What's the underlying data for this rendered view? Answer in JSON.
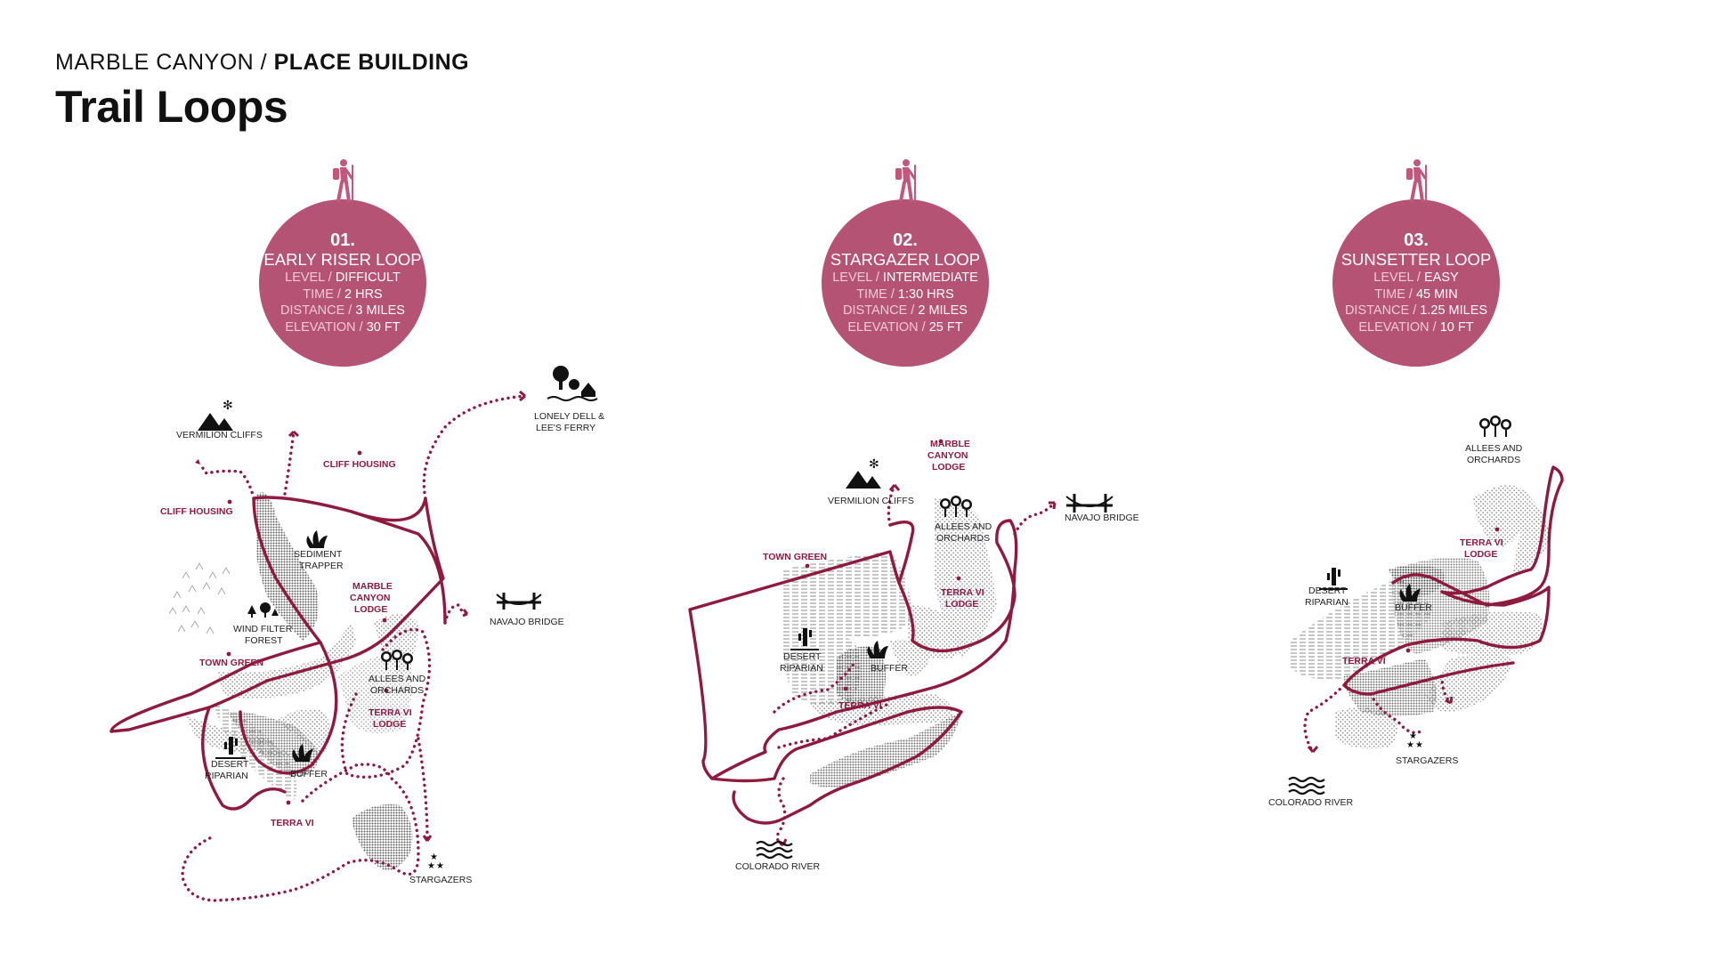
{
  "header": {
    "kicker_a": "MARBLE CANYON / ",
    "kicker_b": "PLACE BUILDING",
    "title": "Trail Loops"
  },
  "colors": {
    "badge": "#b45374",
    "trail": "#8e1b3f",
    "hiker": "#c0587c",
    "texture": "#cfcfcf"
  },
  "loops": [
    {
      "num": "01.",
      "name": "EARLY RISER LOOP",
      "stats": [
        {
          "label": "LEVEL / ",
          "value": "DIFFICULT"
        },
        {
          "label": "TIME / ",
          "value": "2 HRS"
        },
        {
          "label": "DISTANCE / ",
          "value": "3 MILES"
        },
        {
          "label": "ELEVATION / ",
          "value": "30 FT"
        }
      ]
    },
    {
      "num": "02.",
      "name": "STARGAZER LOOP",
      "stats": [
        {
          "label": "LEVEL / ",
          "value": "INTERMEDIATE"
        },
        {
          "label": "TIME / ",
          "value": "1:30 HRS"
        },
        {
          "label": "DISTANCE / ",
          "value": "2 MILES"
        },
        {
          "label": "ELEVATION / ",
          "value": "25 FT"
        }
      ]
    },
    {
      "num": "03.",
      "name": "SUNSETTER LOOP",
      "stats": [
        {
          "label": "LEVEL / ",
          "value": "EASY"
        },
        {
          "label": "TIME / ",
          "value": "45 MIN"
        },
        {
          "label": "DISTANCE / ",
          "value": "1.25 MILES"
        },
        {
          "label": "ELEVATION / ",
          "value": "10 FT"
        }
      ]
    }
  ],
  "map1": {
    "vermilion_cliffs": "VERMILION CLIFFS",
    "cliff_housing_a": "CLIFF HOUSING",
    "cliff_housing_b": "CLIFF HOUSING",
    "lonely_dell_1": "LONELY DELL &",
    "lonely_dell_2": "LEE'S FERRY",
    "sediment_1": "SEDIMENT",
    "sediment_2": "TRAPPER",
    "marble_1": "MARBLE",
    "marble_2": "CANYON",
    "marble_3": "LODGE",
    "wind_1": "WIND FILTER",
    "wind_2": "FOREST",
    "navajo_bridge": "NAVAJO BRIDGE",
    "town_green": "TOWN GREEN",
    "allees_1": "ALLEES AND",
    "allees_2": "ORCHARDS",
    "terra_lodge_1": "TERRA VI",
    "terra_lodge_2": "LODGE",
    "desert_1": "DESERT",
    "desert_2": "RIPARIAN",
    "buffer": "BUFFER",
    "terra_vi": "TERRA VI",
    "stargazers": "STARGAZERS"
  },
  "map2": {
    "marble_1": "MARBLE",
    "marble_2": "CANYON",
    "marble_3": "LODGE",
    "vermilion_cliffs": "VERMILION CLIFFS",
    "allees_1": "ALLEES AND",
    "allees_2": "ORCHARDS",
    "navajo_bridge": "NAVAJO BRIDGE",
    "town_green": "TOWN GREEN",
    "terra_lodge_1": "TERRA VI",
    "terra_lodge_2": "LODGE",
    "desert_1": "DESERT",
    "desert_2": "RIPARIAN",
    "buffer": "BUFFER",
    "terra_vi": "TERRA VI",
    "colorado_river": "COLORADO RIVER"
  },
  "map3": {
    "allees_1": "ALLEES AND",
    "allees_2": "ORCHARDS",
    "terra_lodge_1": "TERRA VI",
    "terra_lodge_2": "LODGE",
    "desert_1": "DESERT",
    "desert_2": "RIPARIAN",
    "buffer": "BUFFER",
    "terra_vi": "TERRA VI",
    "stargazers": "STARGAZERS",
    "colorado_river": "COLORADO RIVER"
  }
}
